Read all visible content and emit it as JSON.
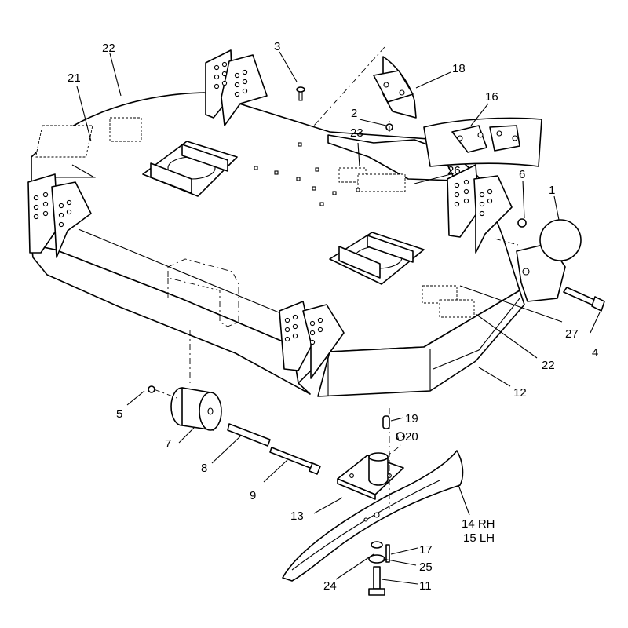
{
  "callouts": {
    "c1": "1",
    "c2": "2",
    "c3": "3",
    "c4": "4",
    "c5": "5",
    "c6": "6",
    "c7": "7",
    "c8": "8",
    "c9": "9",
    "c11": "11",
    "c12": "12",
    "c13": "13",
    "c14": "14 RH",
    "c15": "15 LH",
    "c16": "16",
    "c17": "17",
    "c18": "18",
    "c19": "19",
    "c20": "20",
    "c21": "21",
    "c22a": "22",
    "c22b": "22",
    "c23": "23",
    "c24": "24",
    "c25": "25",
    "c26": "26",
    "c27": "27"
  }
}
